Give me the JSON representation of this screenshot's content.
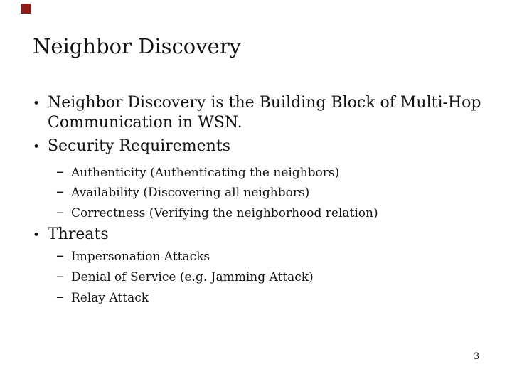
{
  "slide": {
    "title": "Neighbor Discovery",
    "page_number": "3",
    "accent_color": "#8b1c1c",
    "text_color": "#121212",
    "background_color": "#ffffff",
    "content": [
      {
        "level": 1,
        "marker": "•",
        "lines": [
          "Neighbor Discovery is the Building Block of Multi-Hop",
          "Communication in WSN."
        ]
      },
      {
        "level": 1,
        "marker": "•",
        "lines": [
          "Security Requirements"
        ]
      },
      {
        "level": 2,
        "marker": "–",
        "lines": [
          "Authenticity (Authenticating the neighbors)"
        ]
      },
      {
        "level": 2,
        "marker": "–",
        "lines": [
          "Availability (Discovering all neighbors)"
        ]
      },
      {
        "level": 2,
        "marker": "–",
        "lines": [
          "Correctness (Verifying the neighborhood relation)"
        ]
      },
      {
        "level": 1,
        "marker": "•",
        "lines": [
          "Threats"
        ]
      },
      {
        "level": 2,
        "marker": "–",
        "lines": [
          "Impersonation Attacks"
        ]
      },
      {
        "level": 2,
        "marker": "–",
        "lines": [
          "Denial of Service (e.g. Jamming Attack)"
        ]
      },
      {
        "level": 2,
        "marker": "–",
        "lines": [
          "Relay Attack"
        ]
      }
    ]
  }
}
